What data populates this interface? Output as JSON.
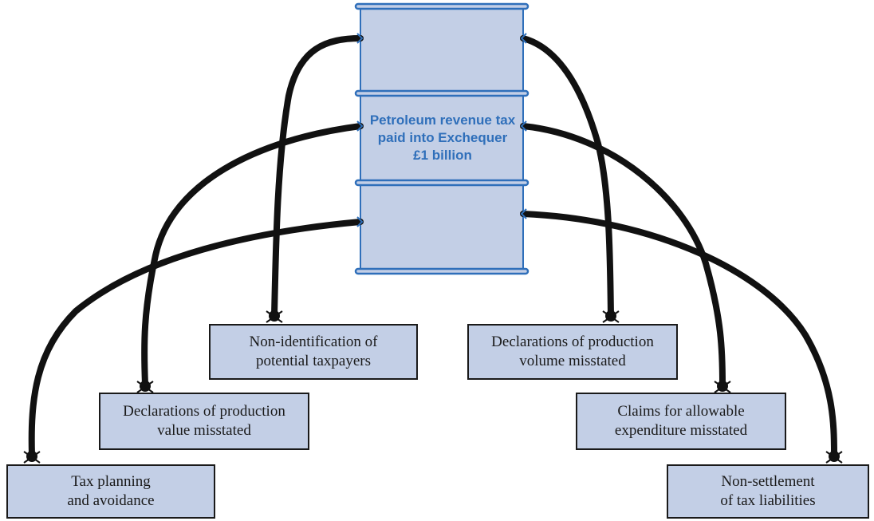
{
  "barrel": {
    "label": "Petroleum revenue tax\npaid into Exchequer\n£1 billion",
    "fill": "#c3cfe6",
    "stroke": "#2f6fba"
  },
  "boxes": [
    {
      "id": "non-identification",
      "text": "Non-identification of\npotential taxpayers"
    },
    {
      "id": "declarations-value",
      "text": "Declarations of production\nvalue misstated"
    },
    {
      "id": "tax-planning",
      "text": "Tax planning\nand avoidance"
    },
    {
      "id": "declarations-volume",
      "text": "Declarations of production\nvolume misstated"
    },
    {
      "id": "claims-expenditure",
      "text": "Claims for allowable\nexpenditure misstated"
    },
    {
      "id": "non-settlement",
      "text": "Non-settlement\nof tax liabilities"
    }
  ],
  "colors": {
    "box_fill": "#c3cfe6",
    "arrow": "#111111"
  }
}
